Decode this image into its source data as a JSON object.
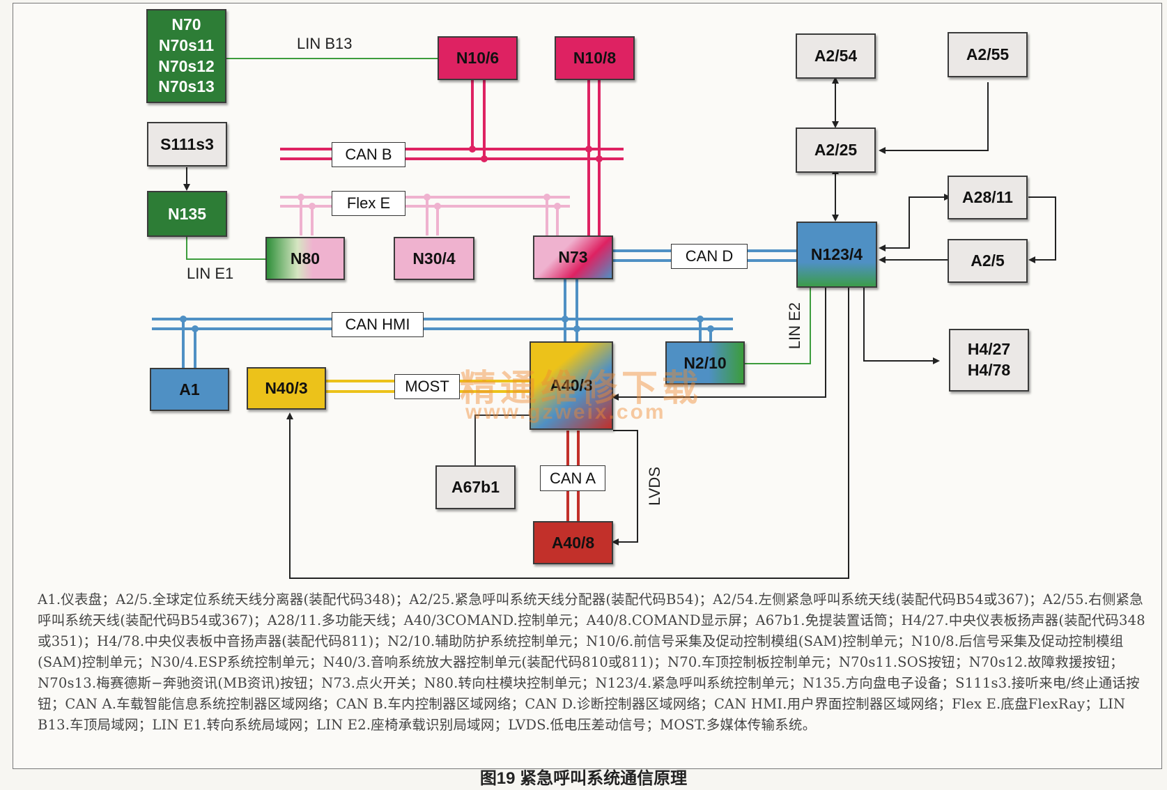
{
  "colors": {
    "can_b": "#de2262",
    "flex_e": "#efb2cf",
    "can_d_hmi": "#4f90c4",
    "lin": "#3c9c3c",
    "most": "#ecc21a",
    "can_a": "#c2302a",
    "arrow": "#222222"
  },
  "nodes": {
    "n70_group": [
      "N70",
      "N70s11",
      "N70s12",
      "N70s13"
    ],
    "s111s3": "S111s3",
    "n135": "N135",
    "n80": "N80",
    "n30_4": "N30/4",
    "n73": "N73",
    "n10_6": "N10/6",
    "n10_8": "N10/8",
    "a2_54": "A2/54",
    "a2_55": "A2/55",
    "a2_25": "A2/25",
    "a28_11": "A28/11",
    "a2_5": "A2/5",
    "n123_4": "N123/4",
    "h4_group": [
      "H4/27",
      "H4/78"
    ],
    "a1": "A1",
    "n40_3": "N40/3",
    "a40_3": "A40/3",
    "n2_10": "N2/10",
    "a67b1": "A67b1",
    "a40_8": "A40/8"
  },
  "buses": {
    "lin_b13": "LIN B13",
    "can_b": "CAN B",
    "flex_e": "Flex E",
    "lin_e1": "LIN E1",
    "can_d": "CAN D",
    "can_hmi": "CAN HMI",
    "lin_e2": "LIN E2",
    "most": "MOST",
    "can_a": "CAN A",
    "lvds": "LVDS"
  },
  "watermark": {
    "line1": "精通维修下载",
    "line2": "www.gzweix.com"
  },
  "caption": "A1.仪表盘；A2/5.全球定位系统天线分离器(装配代码348)；A2/25.紧急呼叫系统天线分配器(装配代码B54)；A2/54.左侧紧急呼叫系统天线(装配代码B54或367)；A2/55.右侧紧急呼叫系统天线(装配代码B54或367)；A28/11.多功能天线；A40/3COMAND.控制单元；A40/8.COMAND显示屏；A67b1.免提装置话筒；H4/27.中央仪表板扬声器(装配代码348或351)；H4/78.中央仪表板中音扬声器(装配代码811)；N2/10.辅助防护系统控制单元；N10/6.前信号采集及促动控制模组(SAM)控制单元；N10/8.后信号采集及促动控制模组(SAM)控制单元；N30/4.ESP系统控制单元；N40/3.音响系统放大器控制单元(装配代码810或811)；N70.车顶控制板控制单元；N70s11.SOS按钮；N70s12.故障救援按钮；N70s13.梅赛德斯−奔驰资讯(MB资讯)按钮；N73.点火开关；N80.转向柱模块控制单元；N123/4.紧急呼叫系统控制单元；N135.方向盘电子设备；S111s3.接听来电/终止通话按钮；CAN A.车载智能信息系统控制器区域网络；CAN B.车内控制器区域网络；CAN D.诊断控制器区域网络；CAN HMI.用户界面控制器区域网络；Flex E.底盘FlexRay；LIN B13.车顶局域网；LIN E1.转向系统局域网；LIN E2.座椅承载识别局域网；LVDS.低电压差动信号；MOST.多媒体传输系统。",
  "figure_title": "图19 紧急呼叫系统通信原理"
}
